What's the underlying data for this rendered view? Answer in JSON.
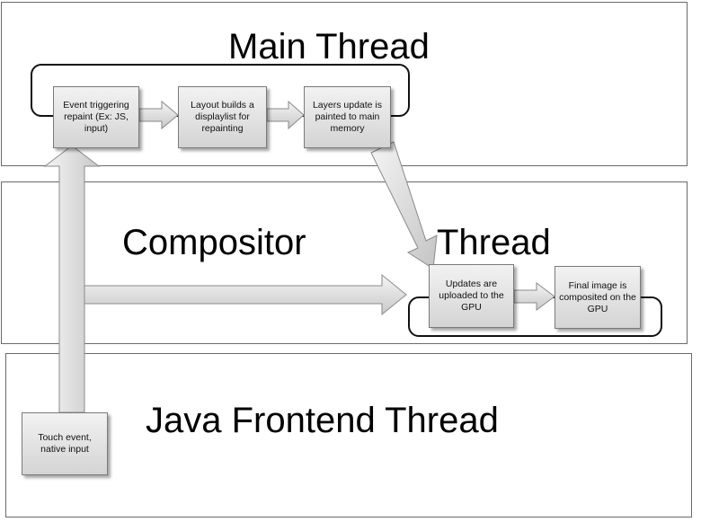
{
  "lanes": {
    "main": {
      "title": "Main Thread"
    },
    "compositor": {
      "title_left": "Compositor",
      "title_right": "Thread"
    },
    "java": {
      "title": "Java Frontend Thread"
    }
  },
  "boxes": {
    "event_triggering_repaint": "Event triggering repaint (Ex: JS, input)",
    "layout_builds_displaylist": "Layout builds a displaylist for repainting",
    "layers_update_painted": "Layers update is painted to main memory",
    "updates_uploaded_gpu": "Updates are uploaded to the GPU",
    "final_image_composited": "Final image is composited on the GPU",
    "touch_event_native_input": "Touch event, native input"
  },
  "colors": {
    "lane_border": "#6a6a6a",
    "box_top": "#f2f2f2",
    "box_bottom": "#d4d4d4",
    "arrow_fill_top": "#f5f5f5",
    "arrow_fill_bottom": "#c8c8c8",
    "arrow_stroke": "#8a8a8a"
  }
}
